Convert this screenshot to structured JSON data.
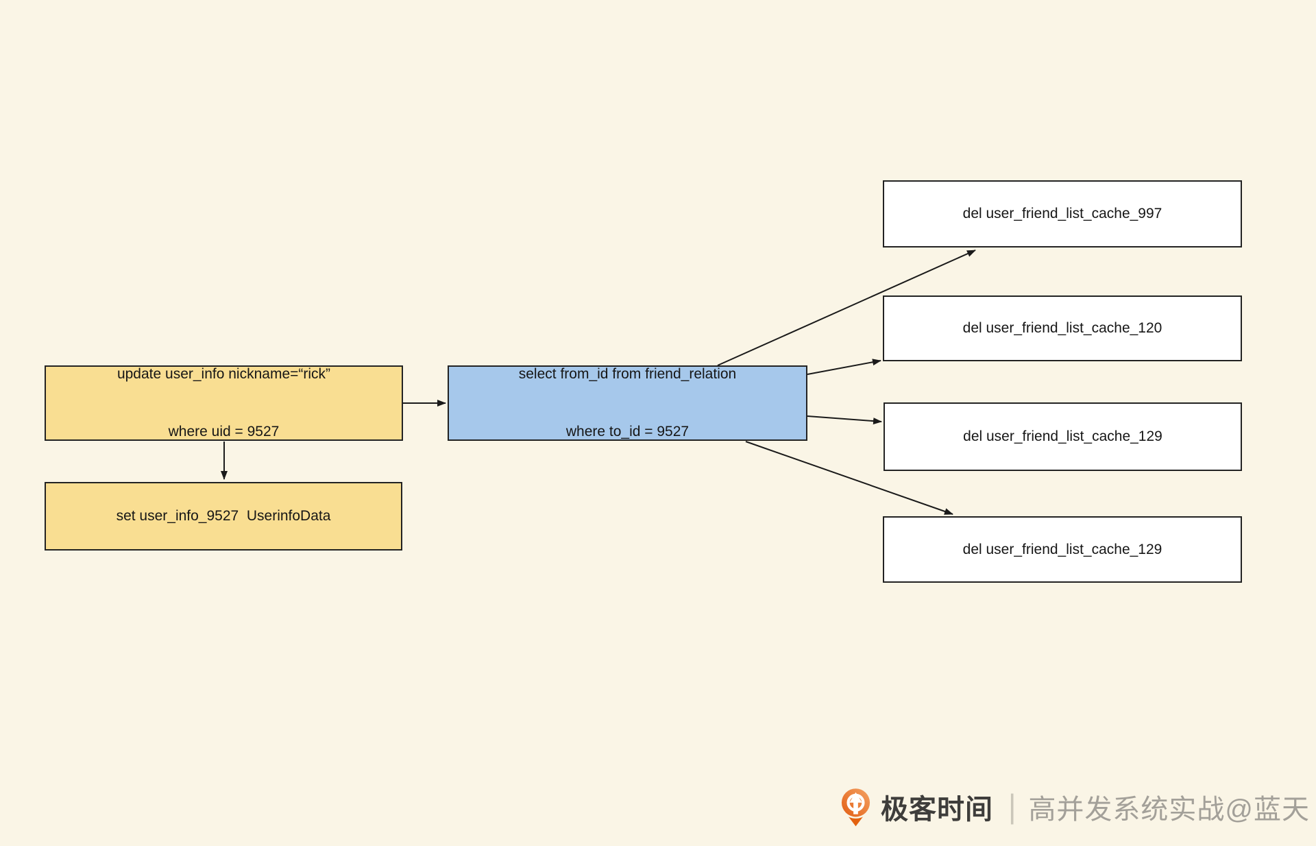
{
  "colors": {
    "background": "#FAF5E6",
    "yellow_fill": "#F9DE92",
    "blue_fill": "#A6C8EB",
    "white_fill": "#FFFFFF",
    "border": "#222222",
    "arrow": "#1A1A1A",
    "brand_orange_light": "#F4A263",
    "brand_orange_dark": "#E25E13"
  },
  "nodes": {
    "update_sql": {
      "lines": [
        "update user_info nickname=“rick”",
        "where uid = 9527"
      ]
    },
    "set_cache": {
      "lines": [
        "set user_info_9527  UserinfoData"
      ]
    },
    "select_sql": {
      "lines": [
        "select from_id from friend_relation",
        "where to_id = 9527"
      ]
    },
    "del_cache_997": {
      "lines": [
        "del user_friend_list_cache_997"
      ]
    },
    "del_cache_120": {
      "lines": [
        "del user_friend_list_cache_120"
      ]
    },
    "del_cache_129_a": {
      "lines": [
        "del user_friend_list_cache_129"
      ]
    },
    "del_cache_129_b": {
      "lines": [
        "del user_friend_list_cache_129"
      ]
    }
  },
  "footer": {
    "brand": "极客时间",
    "separator": "|",
    "watermark": "高并发系统实战@蓝天",
    "logo_icon": "geektime-logo"
  }
}
